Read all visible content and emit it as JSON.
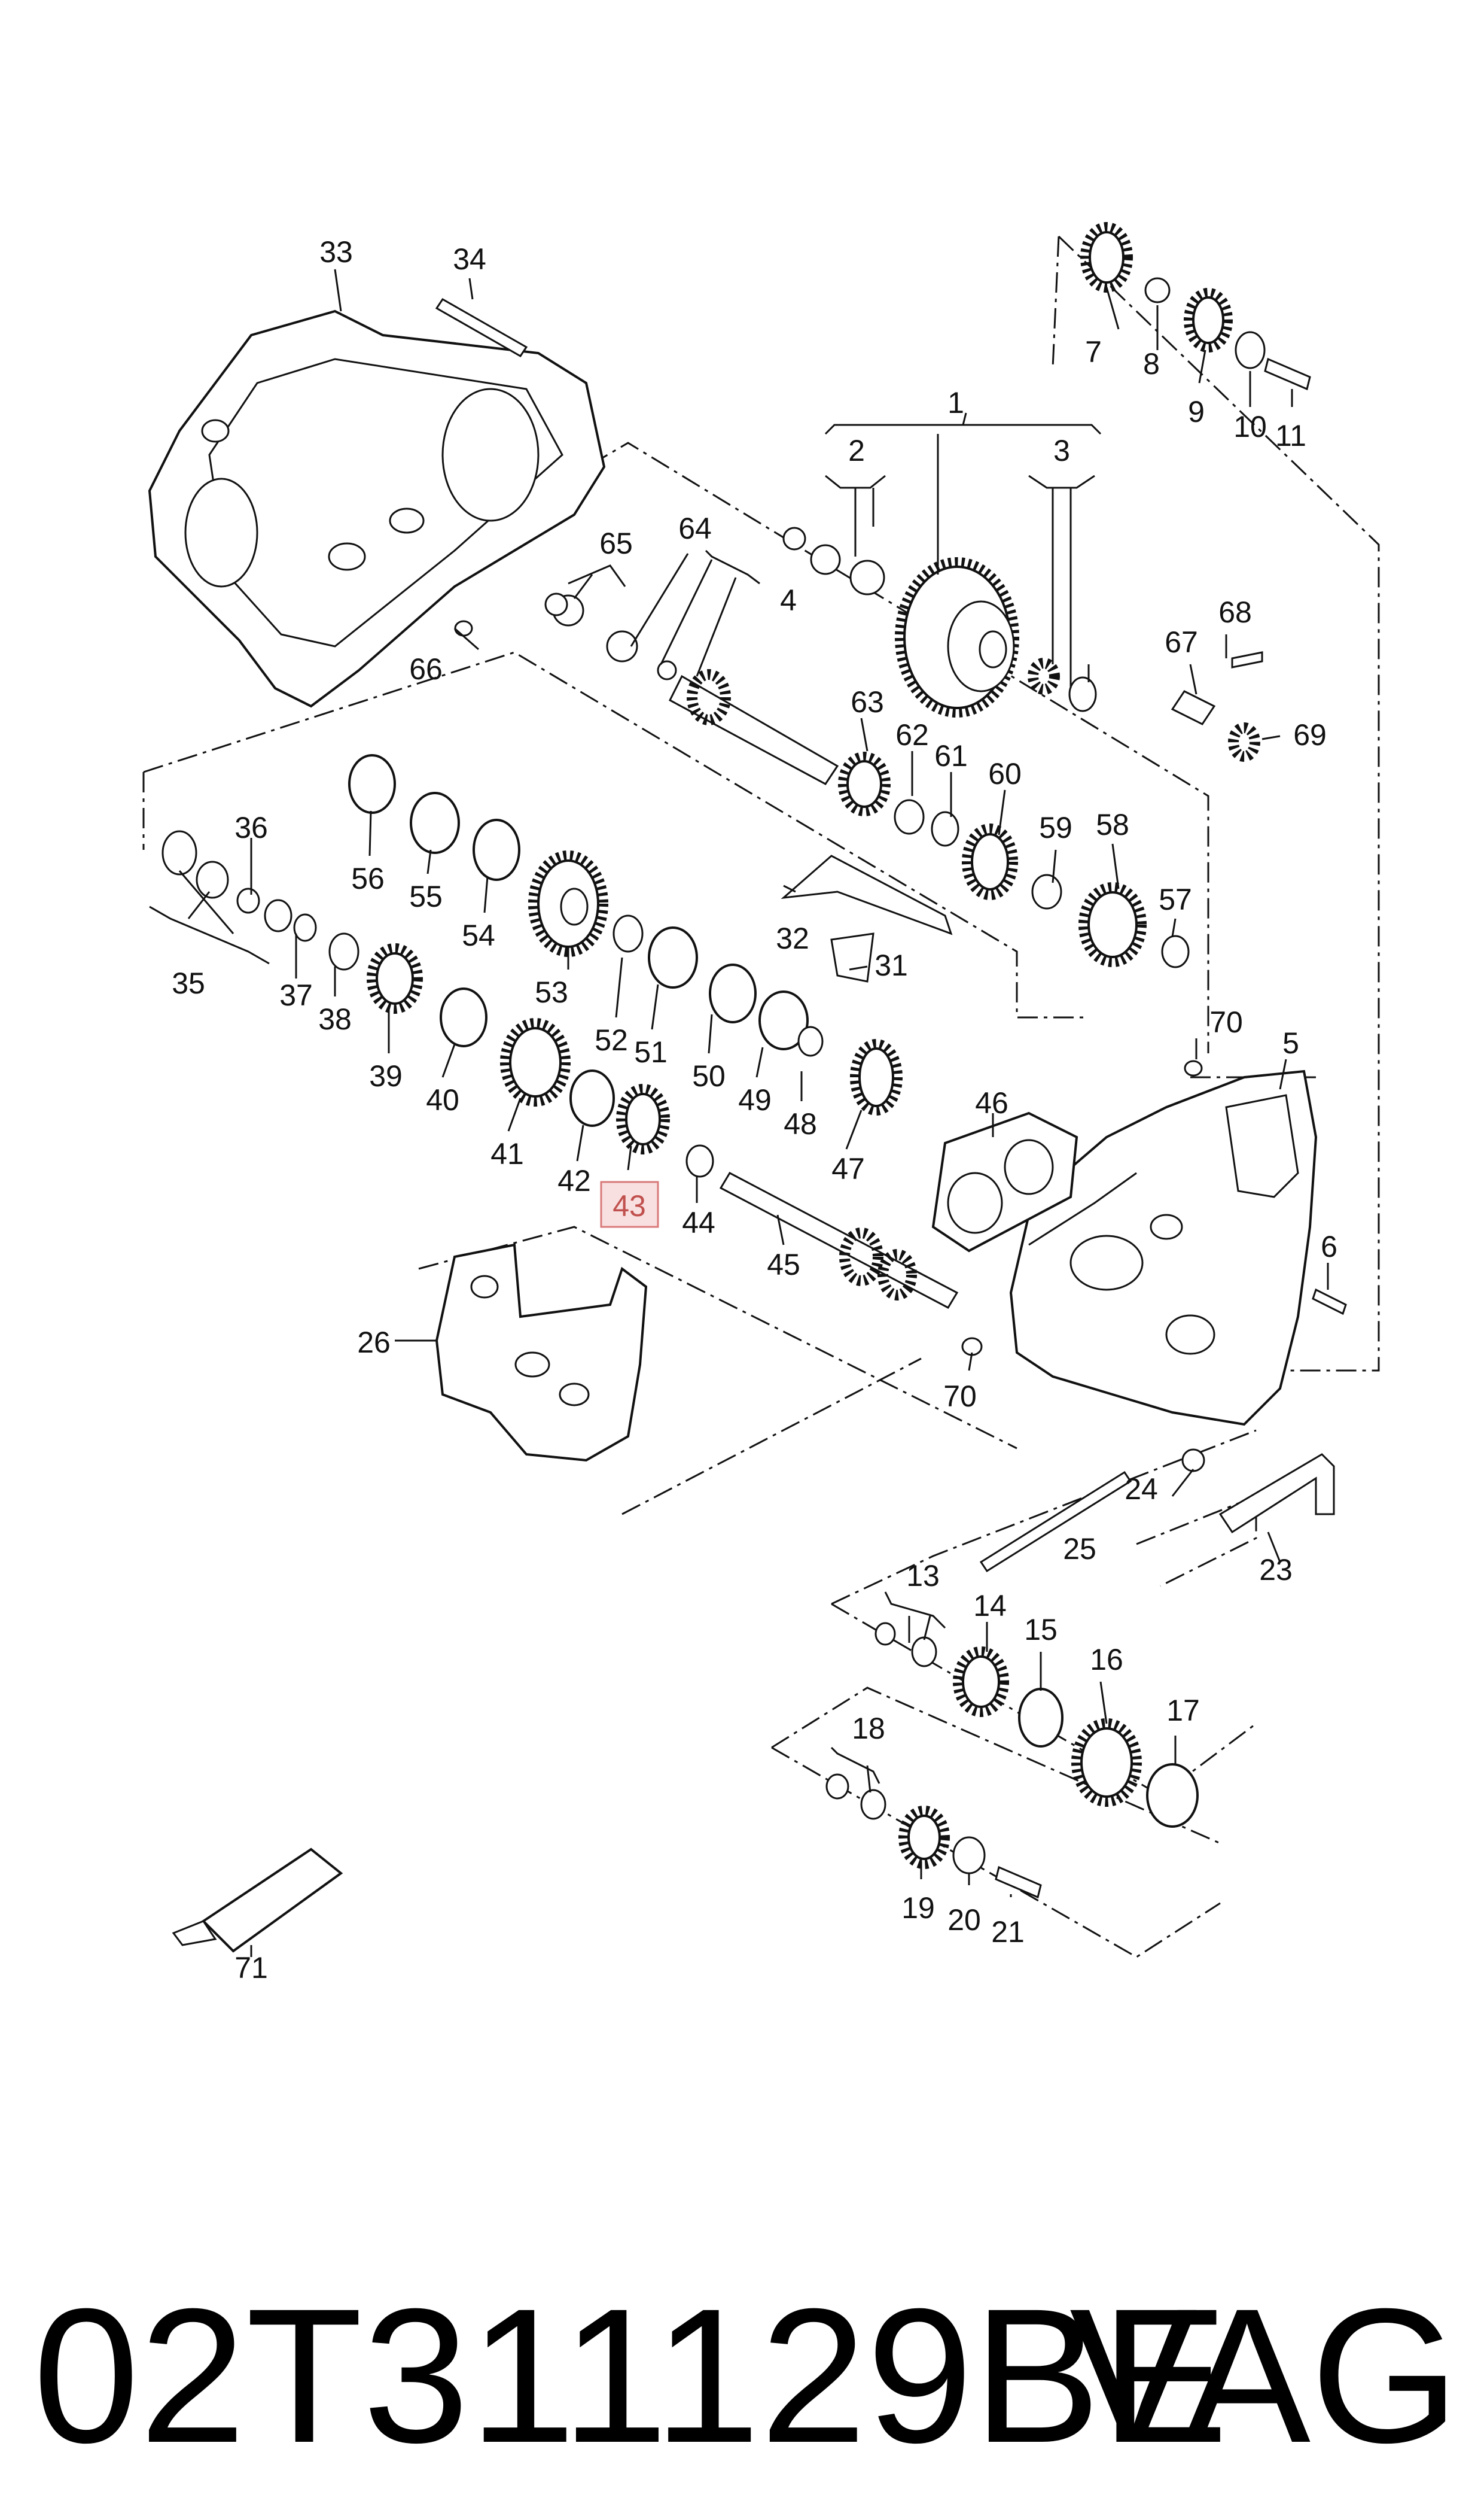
{
  "diagram": {
    "highlighted_part": "43",
    "callouts": {
      "c1": "1",
      "c2": "2",
      "c3": "3",
      "c4": "4",
      "c5": "5",
      "c6": "6",
      "c7": "7",
      "c8": "8",
      "c9": "9",
      "c10": "10",
      "c11": "11",
      "c13": "13",
      "c14": "14",
      "c15": "15",
      "c16": "16",
      "c17": "17",
      "c18": "18",
      "c19": "19",
      "c20": "20",
      "c21": "21",
      "c23": "23",
      "c24": "24",
      "c25": "25",
      "c26": "26",
      "c31": "31",
      "c32": "32",
      "c33": "33",
      "c34": "34",
      "c35": "35",
      "c36": "36",
      "c37": "37",
      "c38": "38",
      "c39": "39",
      "c40": "40",
      "c41": "41",
      "c42": "42",
      "c43": "43",
      "c44": "44",
      "c45": "45",
      "c46": "46",
      "c47": "47",
      "c48": "48",
      "c49": "49",
      "c50": "50",
      "c51": "51",
      "c52": "52",
      "c53": "53",
      "c54": "54",
      "c55": "55",
      "c56": "56",
      "c57": "57",
      "c58": "58",
      "c59": "59",
      "c60": "60",
      "c61": "61",
      "c62": "62",
      "c63": "63",
      "c64": "64",
      "c65": "65",
      "c66": "66",
      "c67": "67",
      "c68": "68",
      "c69": "69",
      "c70a": "70",
      "c70b": "70",
      "c71": "71"
    }
  },
  "footer": {
    "part_number": "02T311129BE",
    "brand": "VAG"
  },
  "colors": {
    "line": "#111111",
    "highlight_fill": "#f9e0e0",
    "highlight_border": "#d97a7a"
  }
}
